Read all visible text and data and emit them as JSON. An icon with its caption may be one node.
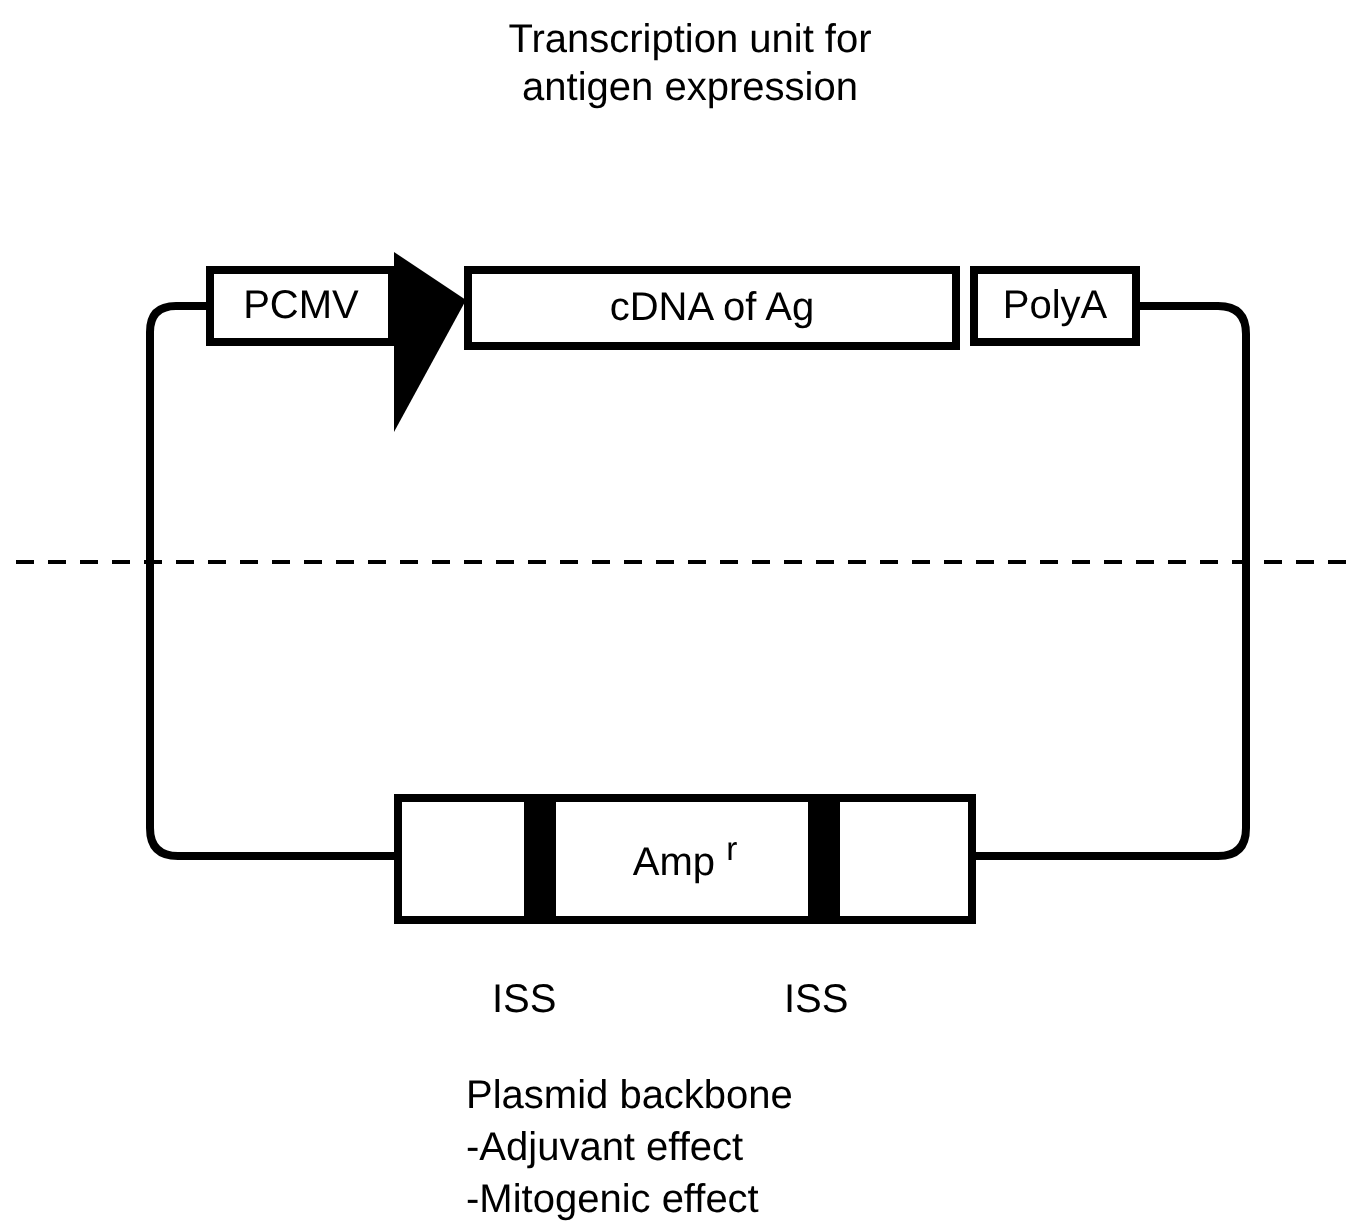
{
  "diagram": {
    "title": "Transcription unit for antigen expression",
    "nodes": [
      {
        "text": [
          "PCMV"
        ]
      },
      {
        "text": [
          "cDNA of Ag"
        ]
      },
      {
        "text": [
          "PolyA"
        ]
      },
      {
        "text": [
          "Amp $^{r}$"
        ]
      }
    ],
    "edges": [
      {
        "from": 0,
        "to": 1,
        "arrow": "to",
        "style": "thick"
      },
      {
        "from": 0,
        "to": 3,
        "arrow": "none"
      },
      {
        "from": 2,
        "to": 3,
        "arrow": "none"
      }
    ],
    "labels": [
      "ISS",
      "ISS",
      "Plasmid backbone",
      "-Adjuvant effect",
      "-Mitogenic effect"
    ]
  }
}
